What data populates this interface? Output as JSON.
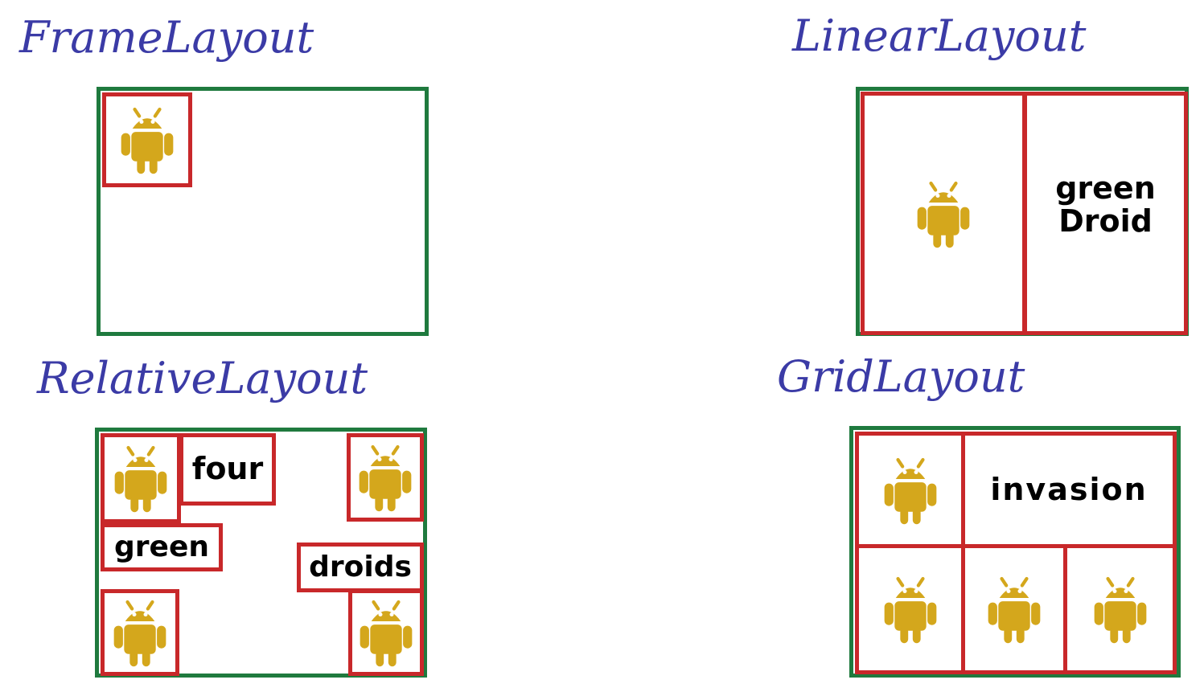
{
  "colors": {
    "title_ink": "#3b3ba6",
    "container_border": "#1f7a3e",
    "cell_border": "#c8282a",
    "droid": "#d4a71c",
    "label_ink": "#000000"
  },
  "frame_layout": {
    "title": "FrameLayout"
  },
  "linear_layout": {
    "title": "LinearLayout",
    "text_line1": "green",
    "text_line2": "Droid"
  },
  "relative_layout": {
    "title": "RelativeLayout",
    "label_four": "four",
    "label_green": "green",
    "label_droids": "droids"
  },
  "grid_layout": {
    "title": "GridLayout",
    "label_invasion": "invasion"
  },
  "icon": "android-droid-icon"
}
